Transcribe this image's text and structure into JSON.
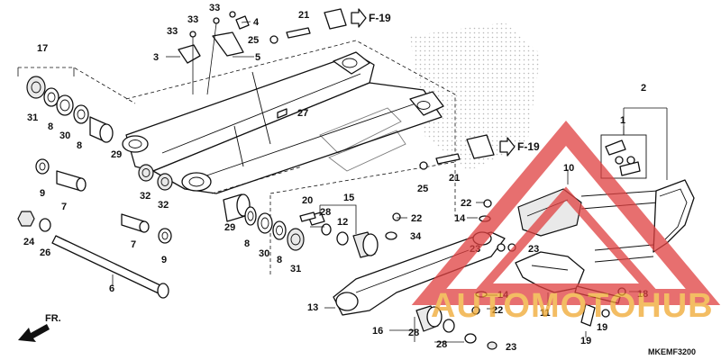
{
  "diagram_code": "MKEMF3200",
  "front_label": "FR.",
  "watermark": {
    "brand": "AUTOMOTOHUB",
    "color": "#e04040",
    "accent": "#f0a830"
  },
  "refs": [
    {
      "id": "ref-f19-top",
      "text": "F-19"
    },
    {
      "id": "ref-f19-mid",
      "text": "F-19"
    }
  ],
  "callouts": [
    {
      "id": "c1",
      "text": "1"
    },
    {
      "id": "c2",
      "text": "2"
    },
    {
      "id": "c3",
      "text": "3"
    },
    {
      "id": "c4",
      "text": "4"
    },
    {
      "id": "c5",
      "text": "5"
    },
    {
      "id": "c6",
      "text": "6"
    },
    {
      "id": "c7a",
      "text": "7"
    },
    {
      "id": "c7b",
      "text": "7"
    },
    {
      "id": "c8a",
      "text": "8"
    },
    {
      "id": "c8b",
      "text": "8"
    },
    {
      "id": "c8c",
      "text": "8"
    },
    {
      "id": "c8d",
      "text": "8"
    },
    {
      "id": "c9a",
      "text": "9"
    },
    {
      "id": "c9b",
      "text": "9"
    },
    {
      "id": "c10",
      "text": "10"
    },
    {
      "id": "c11",
      "text": "11"
    },
    {
      "id": "c12",
      "text": "12"
    },
    {
      "id": "c13",
      "text": "13"
    },
    {
      "id": "c14a",
      "text": "14"
    },
    {
      "id": "c14b",
      "text": "14"
    },
    {
      "id": "c15",
      "text": "15"
    },
    {
      "id": "c16",
      "text": "16"
    },
    {
      "id": "c17",
      "text": "17"
    },
    {
      "id": "c18",
      "text": "18"
    },
    {
      "id": "c19a",
      "text": "19"
    },
    {
      "id": "c19b",
      "text": "19"
    },
    {
      "id": "c20",
      "text": "20"
    },
    {
      "id": "c21a",
      "text": "21"
    },
    {
      "id": "c21b",
      "text": "21"
    },
    {
      "id": "c22a",
      "text": "22"
    },
    {
      "id": "c22b",
      "text": "22"
    },
    {
      "id": "c22c",
      "text": "22"
    },
    {
      "id": "c23a",
      "text": "23"
    },
    {
      "id": "c23b",
      "text": "23"
    },
    {
      "id": "c23c",
      "text": "23"
    },
    {
      "id": "c24",
      "text": "24"
    },
    {
      "id": "c25a",
      "text": "25"
    },
    {
      "id": "c25b",
      "text": "25"
    },
    {
      "id": "c26",
      "text": "26"
    },
    {
      "id": "c27",
      "text": "27"
    },
    {
      "id": "c28a",
      "text": "28"
    },
    {
      "id": "c28b",
      "text": "28"
    },
    {
      "id": "c28c",
      "text": "28"
    },
    {
      "id": "c29a",
      "text": "29"
    },
    {
      "id": "c29b",
      "text": "29"
    },
    {
      "id": "c30a",
      "text": "30"
    },
    {
      "id": "c30b",
      "text": "30"
    },
    {
      "id": "c31a",
      "text": "31"
    },
    {
      "id": "c31b",
      "text": "31"
    },
    {
      "id": "c32a",
      "text": "32"
    },
    {
      "id": "c32b",
      "text": "32"
    },
    {
      "id": "c33a",
      "text": "33"
    },
    {
      "id": "c33b",
      "text": "33"
    },
    {
      "id": "c33c",
      "text": "33"
    },
    {
      "id": "c34",
      "text": "34"
    }
  ]
}
